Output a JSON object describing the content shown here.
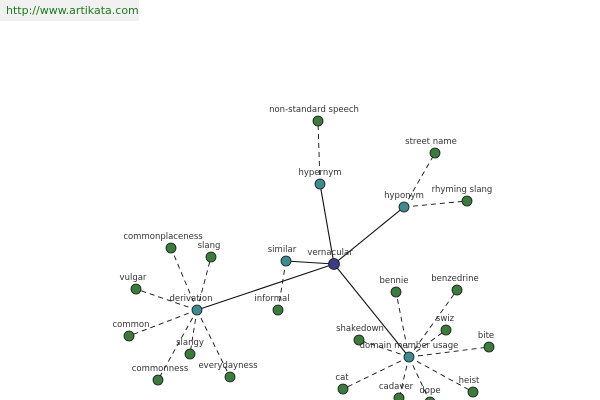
{
  "header": {
    "url": "http://www.artikata.com"
  },
  "colors": {
    "central_node": "#3b3b88",
    "relation_node": "#3f8a8f",
    "leaf_node": "#3d7a3d",
    "edge": "#111111"
  },
  "graph": {
    "center": {
      "id": "vernacular",
      "label": "vernacular"
    },
    "relations": [
      {
        "id": "hypernym",
        "label": "hypernym",
        "leaves": [
          "non-standard speech"
        ]
      },
      {
        "id": "hyponym",
        "label": "hyponym",
        "leaves": [
          "street name",
          "rhyming slang"
        ]
      },
      {
        "id": "similar",
        "label": "similar",
        "leaves": [
          "informal"
        ]
      },
      {
        "id": "derivation",
        "label": "derivation",
        "leaves": [
          "commonplaceness",
          "slang",
          "vulgar",
          "common",
          "slangy",
          "commonness",
          "everydayness"
        ]
      },
      {
        "id": "domain-member-usage",
        "label": "domain member usage",
        "leaves": [
          "bennie",
          "benzedrine",
          "shakedown",
          "swiz",
          "bite",
          "cat",
          "cadaver",
          "heist",
          "dope"
        ]
      }
    ]
  }
}
